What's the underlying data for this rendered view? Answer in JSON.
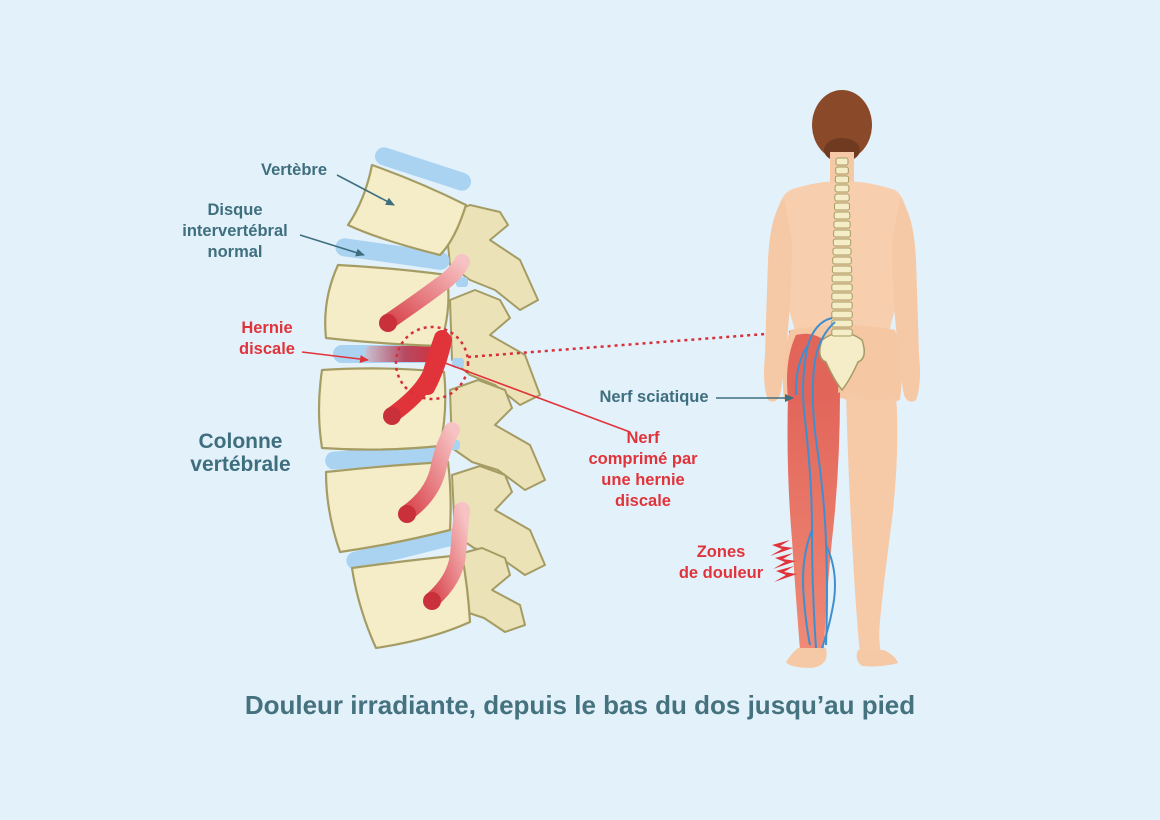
{
  "labels": {
    "vertebre": "Vertèbre",
    "disque": [
      "Disque",
      "intervertébral",
      "normal"
    ],
    "hernie": [
      "Hernie",
      "discale"
    ],
    "colonne": [
      "Colonne",
      "vertébrale"
    ],
    "nerf_sciatique": "Nerf sciatique",
    "nerf_comprime": [
      "Nerf",
      "comprimé par",
      "une hernie",
      "discale"
    ],
    "zones": [
      "Zones",
      "de douleur"
    ]
  },
  "caption": "Douleur irradiante, depuis le bas du dos jusqu’au pied",
  "colors": {
    "background": "#e3f1fb",
    "bone": "#f5ecc8",
    "bone_outline": "#a59c64",
    "disc": "#a9d3f1",
    "nerve": "#e3464d",
    "skin": "#f7c9a5",
    "hair": "#8a4a2a",
    "pain": "#e86a5a",
    "label_teal": "#3f6f7e",
    "label_red": "#e0343a"
  }
}
